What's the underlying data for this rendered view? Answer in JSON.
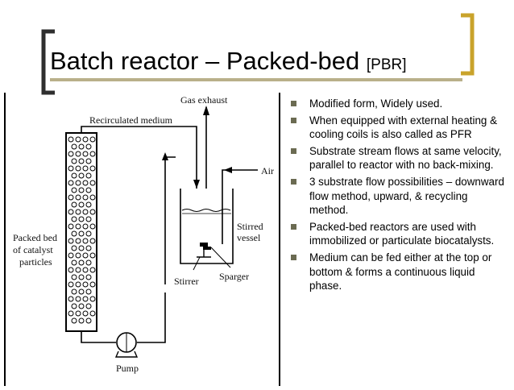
{
  "title": {
    "main": "Batch reactor – Packed-bed ",
    "suffix": "[PBR]"
  },
  "colors": {
    "bracket_dark": "#2f2f2f",
    "bracket_gold": "#c9a32b",
    "title_rule": "#b9b08a",
    "bullet": "#6b6b52"
  },
  "diagram": {
    "labels": {
      "gas_exhaust": "Gas exhaust",
      "recirculated_medium": "Recirculated medium",
      "air": "Air",
      "packed_bed_line1": "Packed bed",
      "packed_bed_line2": "of catalyst",
      "packed_bed_line3": "particles",
      "stirred_line1": "Stirred",
      "stirred_line2": "vessel",
      "stirrer": "Stirrer",
      "sparger": "Sparger",
      "pump": "Pump"
    }
  },
  "bullets": [
    "Modified form, Widely used.",
    "When equipped with external heating & cooling coils is also called as PFR",
    "Substrate stream flows at same velocity, parallel to reactor with no back-mixing.",
    "3 substrate flow possibilities – downward flow method, upward, & recycling method.",
    "Packed-bed reactors are used with immobilized or particulate biocatalysts.",
    "Medium can be fed either at the top or bottom & forms a continuous liquid phase."
  ]
}
